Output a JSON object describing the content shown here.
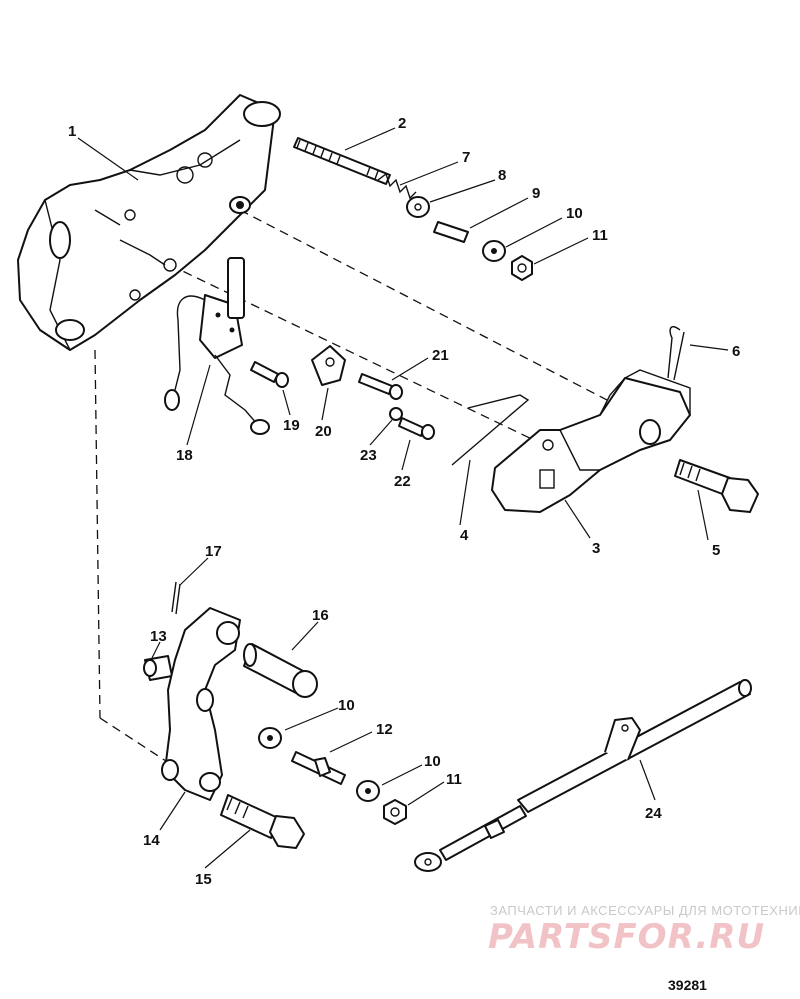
{
  "callouts": [
    {
      "id": "1",
      "label": "1"
    },
    {
      "id": "2",
      "label": "2"
    },
    {
      "id": "3",
      "label": "3"
    },
    {
      "id": "4",
      "label": "4"
    },
    {
      "id": "5",
      "label": "5"
    },
    {
      "id": "6",
      "label": "6"
    },
    {
      "id": "7",
      "label": "7"
    },
    {
      "id": "8",
      "label": "8"
    },
    {
      "id": "9",
      "label": "9"
    },
    {
      "id": "10a",
      "label": "10"
    },
    {
      "id": "11a",
      "label": "11"
    },
    {
      "id": "12",
      "label": "12"
    },
    {
      "id": "13",
      "label": "13"
    },
    {
      "id": "14",
      "label": "14"
    },
    {
      "id": "15",
      "label": "15"
    },
    {
      "id": "16",
      "label": "16"
    },
    {
      "id": "17",
      "label": "17"
    },
    {
      "id": "18",
      "label": "18"
    },
    {
      "id": "19",
      "label": "19"
    },
    {
      "id": "20",
      "label": "20"
    },
    {
      "id": "21",
      "label": "21"
    },
    {
      "id": "22",
      "label": "22"
    },
    {
      "id": "23",
      "label": "23"
    },
    {
      "id": "24",
      "label": "24"
    },
    {
      "id": "10b",
      "label": "10"
    },
    {
      "id": "10c",
      "label": "10"
    },
    {
      "id": "11b",
      "label": "11"
    }
  ],
  "watermark": {
    "tagline": "ЗАПЧАСТИ И АКСЕССУАРЫ ДЛЯ МОТОТЕХНИКИ",
    "brand": "PARTSFOR.RU"
  },
  "figure_number": "39281",
  "colors": {
    "line": "#111111",
    "watermark_brand": "#e0737c",
    "watermark_text": "#c9c9c9"
  }
}
